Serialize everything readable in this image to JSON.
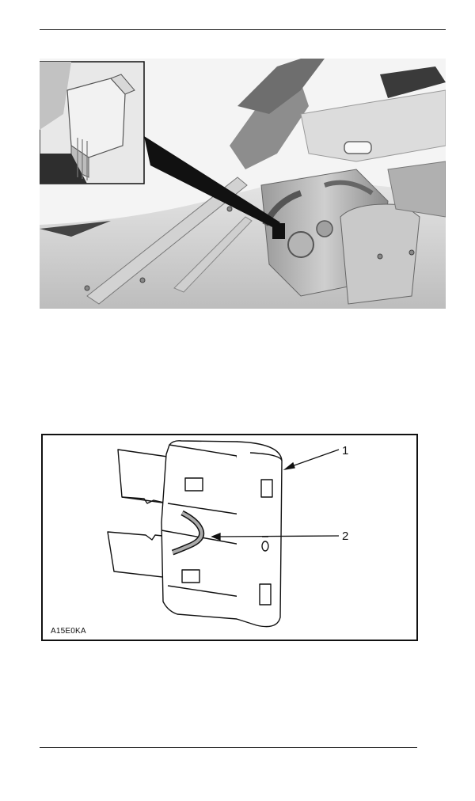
{
  "figure_fuse": {
    "code": "A15E0KA",
    "callouts": [
      {
        "number": "1"
      },
      {
        "number": "2"
      }
    ]
  }
}
